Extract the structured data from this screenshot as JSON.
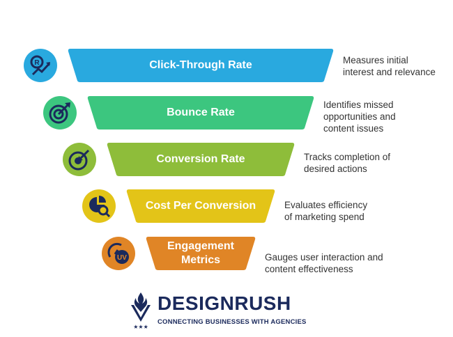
{
  "colors": {
    "blue": "#29a9df",
    "green": "#3cc67f",
    "olive": "#8ebd3a",
    "yellow": "#e3c418",
    "orange": "#e08526",
    "icon_dark": "#1b2a5c",
    "brand": "#1b2a5c"
  },
  "funnel": [
    {
      "label": "Click-Through Rate",
      "icon": "rank-chart-icon",
      "color": "blue",
      "description": [
        "Measures initial",
        "interest and relevance"
      ]
    },
    {
      "label": "Bounce Rate",
      "icon": "target-arrow-icon",
      "color": "green",
      "description": [
        "Identifies missed",
        "opportunities and",
        "content issues"
      ]
    },
    {
      "label": "Conversion Rate",
      "icon": "target-hit-icon",
      "color": "olive",
      "description": [
        "Tracks completion of",
        "desired actions"
      ]
    },
    {
      "label": "Cost Per Conversion",
      "icon": "pie-chart-magnifier-icon",
      "color": "yellow",
      "description": [
        "Evaluates efficiency",
        "of marketing spend"
      ]
    },
    {
      "label": "Engagement Metrics",
      "label_lines": [
        "Engagement",
        "Metrics"
      ],
      "icon": "uv-gauge-icon",
      "color": "orange",
      "description": [
        "Gauges user interaction and",
        "content effectiveness"
      ]
    }
  ],
  "brand": {
    "name": "DESIGNRUSH",
    "tagline": "CONNECTING BUSINESSES WITH AGENCIES"
  }
}
